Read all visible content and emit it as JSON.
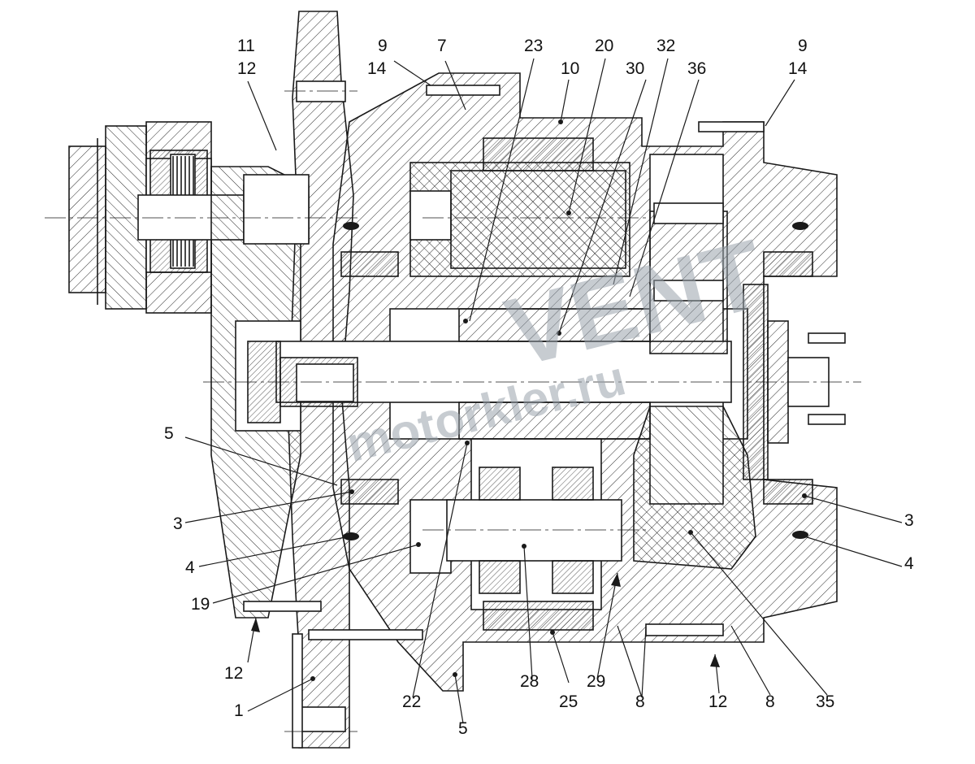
{
  "callouts": {
    "c11": "11",
    "c12_top": "12",
    "c9_left": "9",
    "c14_left": "14",
    "c7": "7",
    "c23": "23",
    "c20": "20",
    "c10": "10",
    "c30": "30",
    "c32": "32",
    "c36": "36",
    "c9_right": "9",
    "c14_right": "14",
    "c5_left": "5",
    "c3_left": "3",
    "c4_left": "4",
    "c19": "19",
    "c12_left": "12",
    "c1": "1",
    "c22": "22",
    "c5_bottom": "5",
    "c28": "28",
    "c25": "25",
    "c29": "29",
    "c8_mid": "8",
    "c12_bottom": "12",
    "c8_right": "8",
    "c35": "35",
    "c3_right": "3",
    "c4_right": "4"
  },
  "watermark": {
    "brand": "VENT",
    "site": "motorkler.ru"
  },
  "colors": {
    "line": "#1a1a1a",
    "hatch": "#2b2b2b",
    "watermark": "#9aa3ad"
  }
}
